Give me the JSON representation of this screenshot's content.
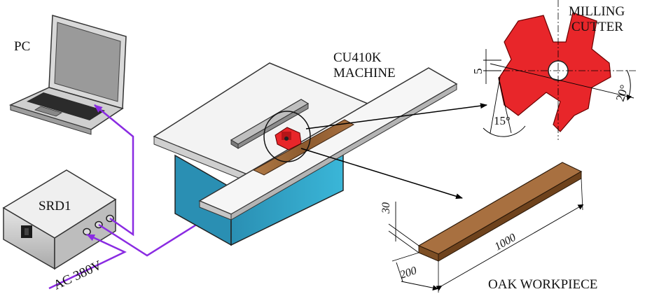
{
  "labels": {
    "pc": "PC",
    "srd1": "SRD1",
    "ac": "AC 380V",
    "machine_line1": "CU410K",
    "machine_line2": "MACHINE",
    "cutter_line1": "MILLING",
    "cutter_line2": "CUTTER",
    "workpiece": "OAK WORKPIECE"
  },
  "dimensions": {
    "length": "1000",
    "width": "200",
    "thickness": "30",
    "offset": "5",
    "angle_left": "15°",
    "angle_right": "20°"
  },
  "colors": {
    "cable": "#8a2be2",
    "cutter": "#e8262a",
    "wood": "#9a6434",
    "cabinet": "#2e9fc4",
    "table": "#eeeeee",
    "device": "#cfcfcf"
  }
}
